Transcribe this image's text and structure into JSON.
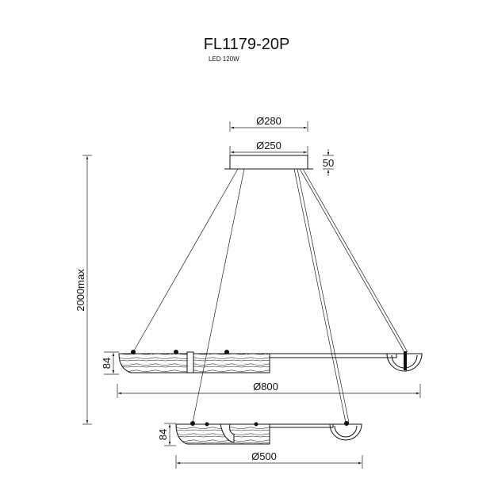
{
  "title": "FL1179-20P",
  "subtitle": "LED 120W",
  "dimensions": {
    "canopy_outer": "Ø280",
    "canopy_inner": "Ø250",
    "canopy_height": "50",
    "total_height": "2000max",
    "upper_ring_height": "84",
    "upper_ring_diameter": "Ø800",
    "lower_ring_height": "84",
    "lower_ring_diameter": "Ø500"
  },
  "colors": {
    "line": "#111111",
    "background": "#ffffff"
  }
}
